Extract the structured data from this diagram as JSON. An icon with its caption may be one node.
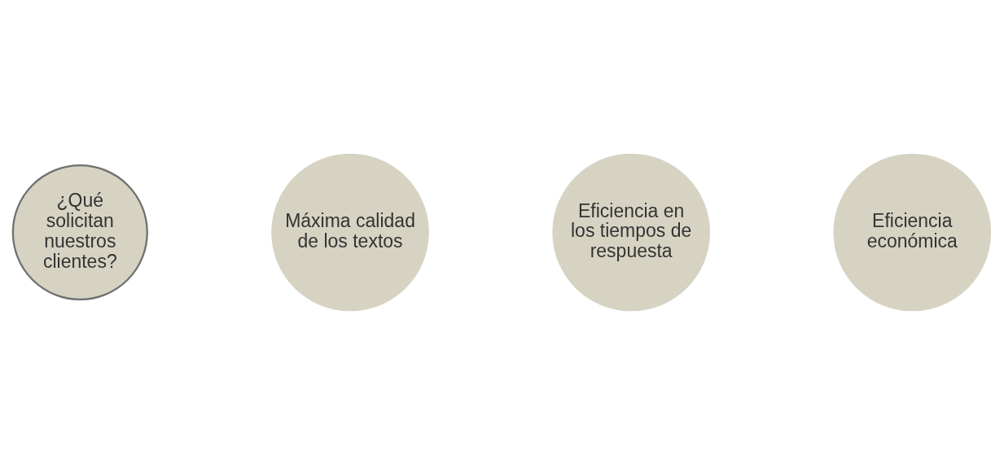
{
  "diagram": {
    "nodes": [
      {
        "text": [
          "¿Qué solicitan nuestros clientes?"
        ]
      },
      {
        "text": [
          "Máxima calidad de los textos"
        ]
      },
      {
        "text": [
          "Eficiencia en los tiempos de respuesta"
        ]
      },
      {
        "text": [
          "Eficiencia económica"
        ]
      }
    ]
  }
}
